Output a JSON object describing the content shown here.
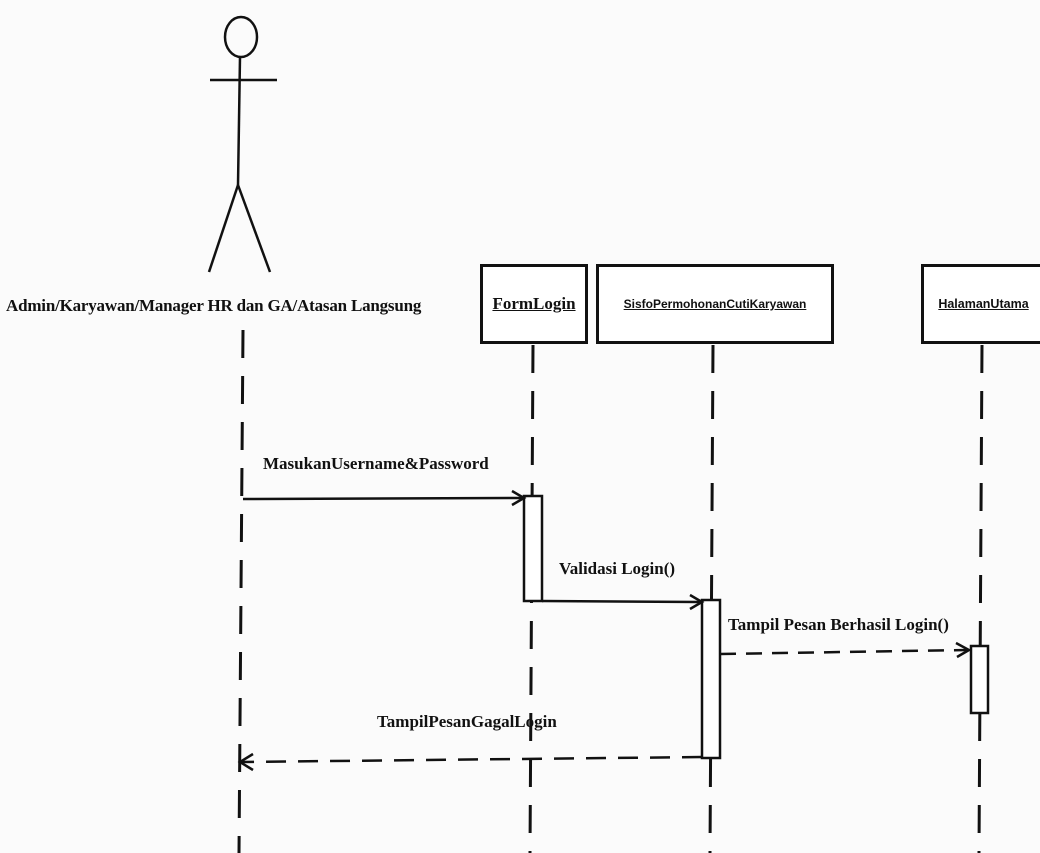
{
  "actor": {
    "name": "Admin/Karyawan/Manager HR dan GA/Atasan Langsung"
  },
  "objects": [
    {
      "name": "FormLogin"
    },
    {
      "name": "SisfoPermohonanCutiKaryawan"
    },
    {
      "name": "HalamanUtama"
    }
  ],
  "messages": [
    {
      "label": "MasukanUsername&Password",
      "type": "call"
    },
    {
      "label": "Validasi Login()",
      "type": "call"
    },
    {
      "label": "Tampil Pesan Berhasil Login()",
      "type": "return"
    },
    {
      "label": "TampilPesanGagalLogin",
      "type": "return"
    }
  ]
}
